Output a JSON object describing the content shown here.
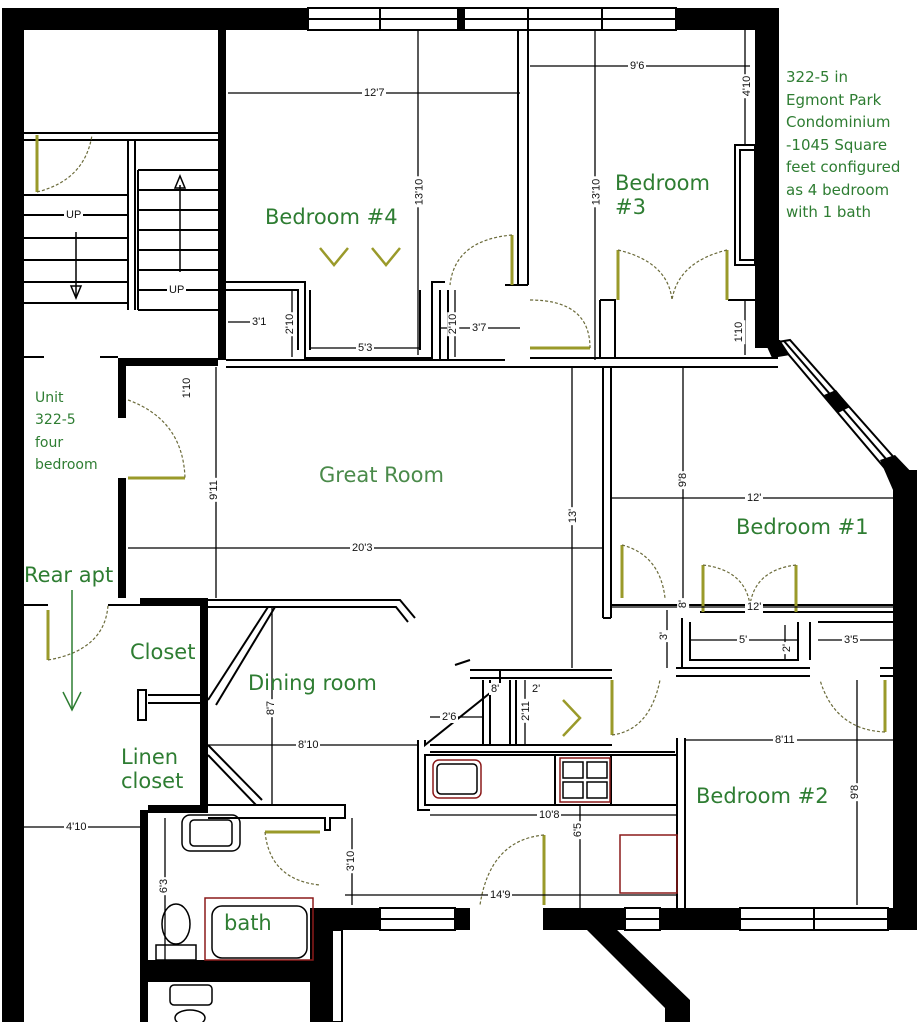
{
  "title_note": "322-5 in\nEgmont Park\nCondominium\n-1045 Square\nfeet configured\nas 4 bedroom\nwith 1 bath",
  "unit_note": "Unit\n322-5\nfour\nbedroom",
  "colors": {
    "wall": "#000000",
    "label": "#2e7d32",
    "door_leaf": "#9a9a2a",
    "fixture": "#8b1a1a",
    "background": "#ffffff"
  },
  "rooms": {
    "bedroom4": "Bedroom #4",
    "bedroom3": "Bedroom\n#3",
    "bedroom1": "Bedroom #1",
    "bedroom2": "Bedroom #2",
    "great_room": "Great Room",
    "dining_room": "Dining room",
    "closet": "Closet",
    "linen_closet": "Linen\ncloset",
    "bath": "bath",
    "rear_apt": "Rear apt"
  },
  "stairs": {
    "left_label": "UP",
    "right_label": "UP"
  },
  "dimensions": {
    "bedroom4_width": "12'7",
    "bedroom4_depth": "13'10",
    "bedroom3_width": "9'6",
    "bedroom3_depth": "13'10",
    "bedroom3_window_offset": "4'10",
    "bedroom3_closet_offset": "1'10",
    "hall_left": "3'1",
    "closet_left_depth": "2'10",
    "closet_width": "5'3",
    "closet_right_depth": "2'10",
    "hall_right": "3'7",
    "entry_closet": "1'10",
    "great_room_depth": "9'11",
    "great_room_width": "20'3",
    "center_depth": "13'",
    "bedroom1_depth": "9'8",
    "bedroom1_width": "12'",
    "bedroom1_lower_width": "12'",
    "bedroom1_wall": "8'",
    "hall_depth": "3'",
    "bedroom1_closet_width": "5'",
    "bedroom1_closet_depth": "2'",
    "bedroom2_closet": "3'5",
    "pantry_width": "2'6",
    "pantry_small": "8'",
    "pantry_2": "2'",
    "pantry_depth": "2'11",
    "dining_depth": "8'7",
    "dining_width": "8'10",
    "kitchen_width": "10'8",
    "kitchen_depth": "6'5",
    "kitchen_length": "14'9",
    "bedroom2_width": "8'11",
    "bedroom2_depth": "9'8",
    "bath_depth": "6'3",
    "bath_door": "3'10",
    "left_hall_width": "4'10"
  }
}
